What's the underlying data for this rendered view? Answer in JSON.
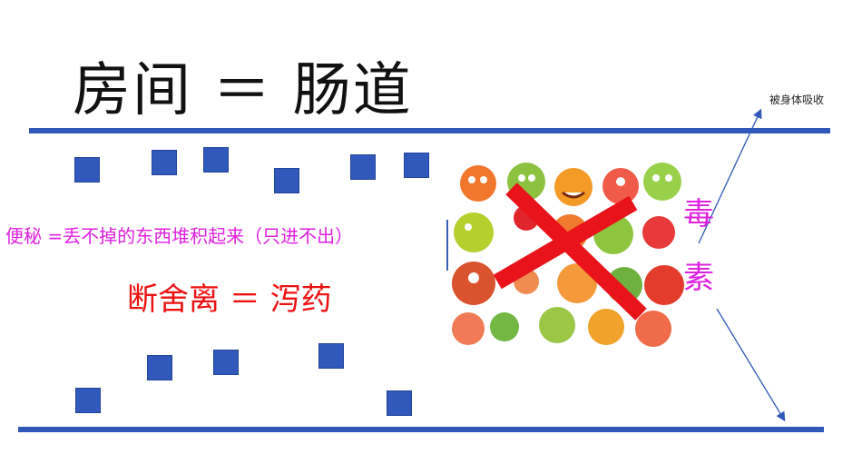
{
  "title": "房间 ＝  肠道",
  "side_note": "被身体吸收",
  "constipation": "便秘 =丢不掉的东西堆积起来（只进不出）",
  "declutter": "断舍离 ＝ 泻药",
  "toxin": [
    "毒",
    "素"
  ],
  "colors": {
    "line": "#2f58b8",
    "square": "#3059bb",
    "pink": "#e020e0",
    "red": "#ee1111",
    "cross": "#e8131b"
  }
}
